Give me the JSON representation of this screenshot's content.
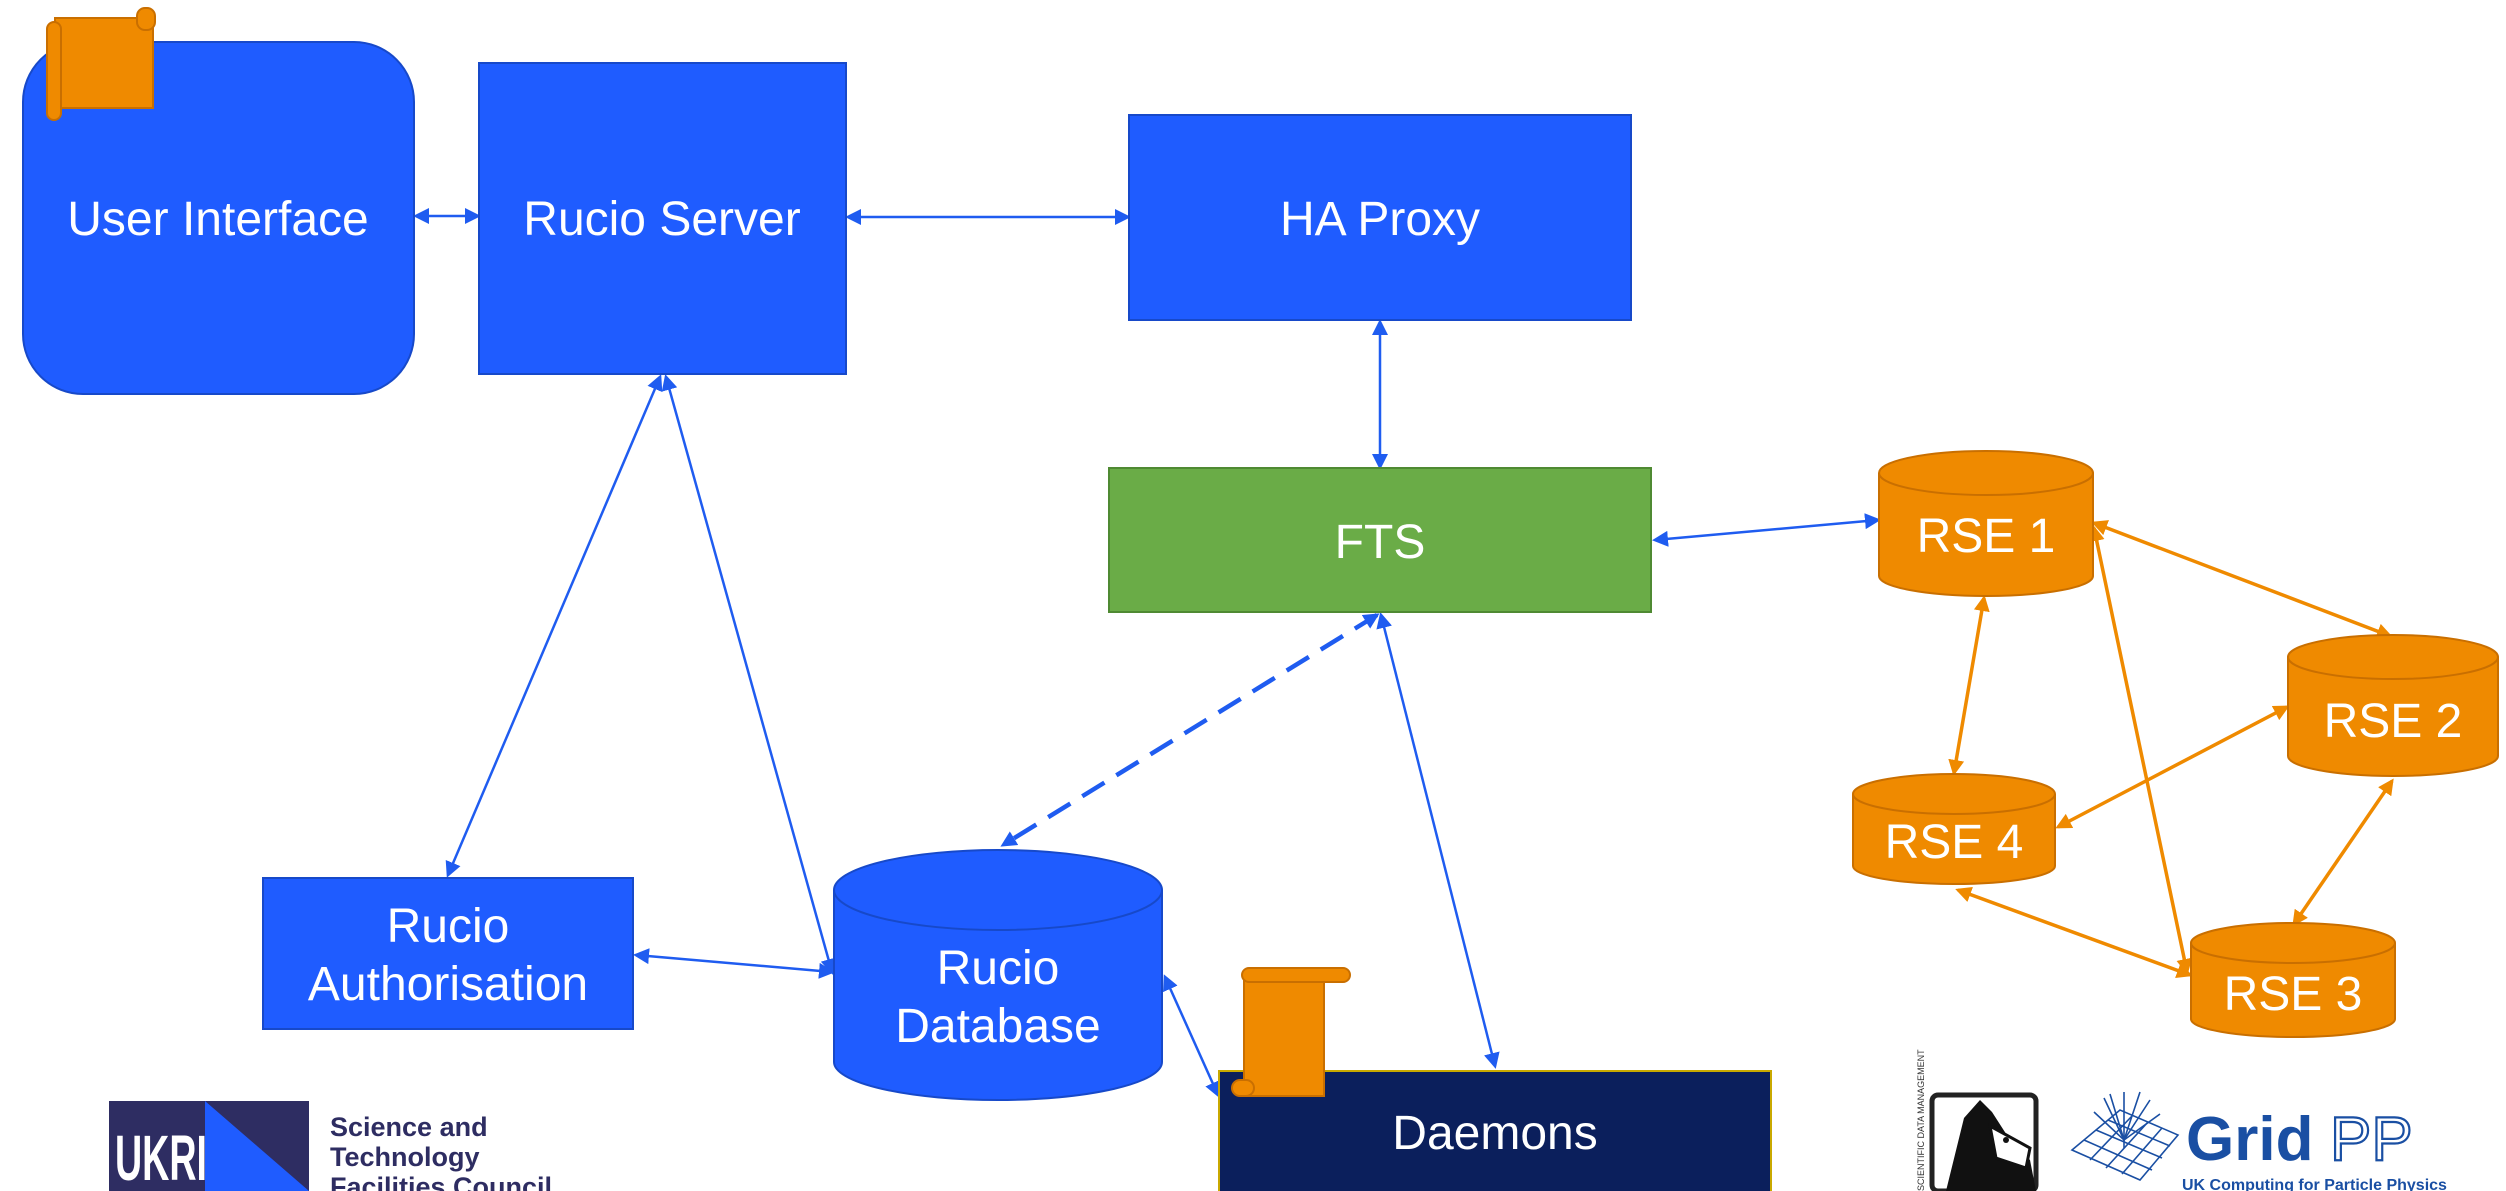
{
  "nodes": {
    "user_interface": "User Interface",
    "rucio_server": "Rucio Server",
    "ha_proxy": "HA Proxy",
    "fts": "FTS",
    "rucio_authorisation_line1": "Rucio",
    "rucio_authorisation_line2": "Authorisation",
    "rucio_database_line1": "Rucio",
    "rucio_database_line2": "Database",
    "daemons": "Daemons",
    "rse1": "RSE 1",
    "rse2": "RSE 2",
    "rse3": "RSE 3",
    "rse4": "RSE 4"
  },
  "logos": {
    "stfc_line1": "Science and",
    "stfc_line2": "Technology",
    "stfc_line3": "Facilities Council",
    "ukri_mark": "UKRI",
    "gridpp_grid": "Grid",
    "gridpp_pp": "PP",
    "gridpp_tagline": "UK Computing for Particle Physics",
    "rucio_vertical_text": "SCIENTIFIC DATA MANAGEMENT"
  },
  "colors": {
    "blue": "#1f5cff",
    "navy": "#0b1f5c",
    "green": "#6aac47",
    "orange": "#ef8a00",
    "arrow_blue": "#1f5cf0",
    "arrow_orange": "#ef8a00",
    "ukri_purple": "#2e2d62",
    "gridpp_blue": "#1a4fa3"
  },
  "icons": [
    "scroll-icon",
    "gridpp-mesh-icon",
    "rucio-llama-icon"
  ]
}
